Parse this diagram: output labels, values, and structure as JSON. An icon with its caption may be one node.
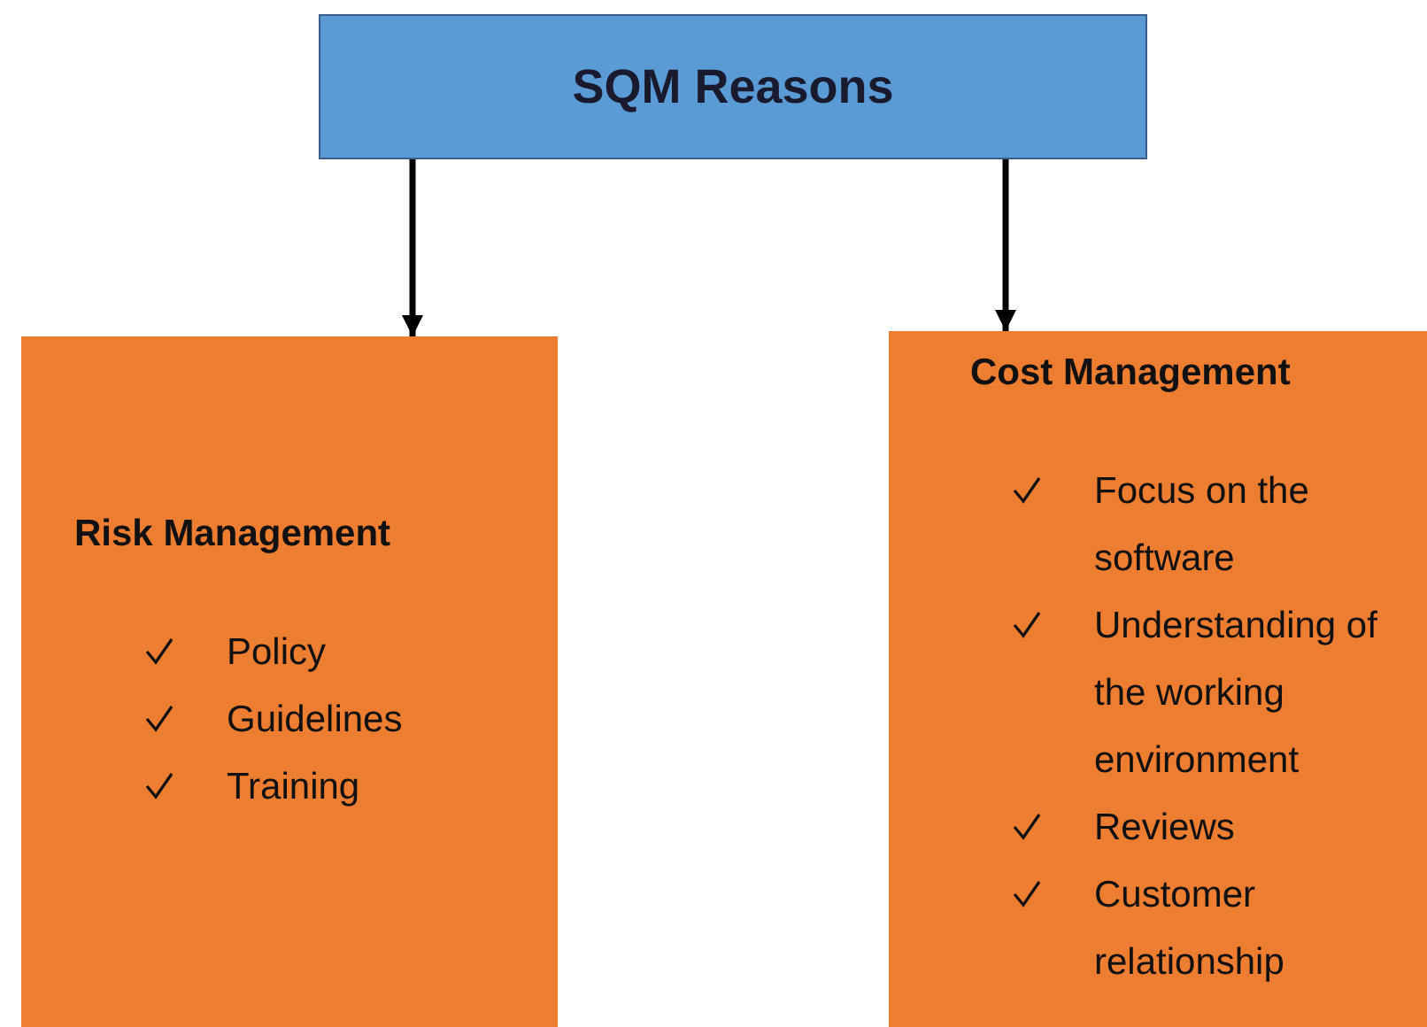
{
  "diagram": {
    "nodes": [
      {
        "text": [
          "SQM Reasons"
        ]
      },
      {
        "text": [
          "Risk Management",
          "Policy",
          "Guidelines",
          "Training"
        ]
      },
      {
        "text": [
          "Cost Management",
          "Focus on the software",
          "Understanding of the working environment",
          "Reviews",
          "Customer relationship"
        ]
      }
    ],
    "edges": [
      {
        "from": 0,
        "to": 1,
        "arrow": "to"
      },
      {
        "from": 0,
        "to": 2,
        "arrow": "to"
      }
    ]
  }
}
